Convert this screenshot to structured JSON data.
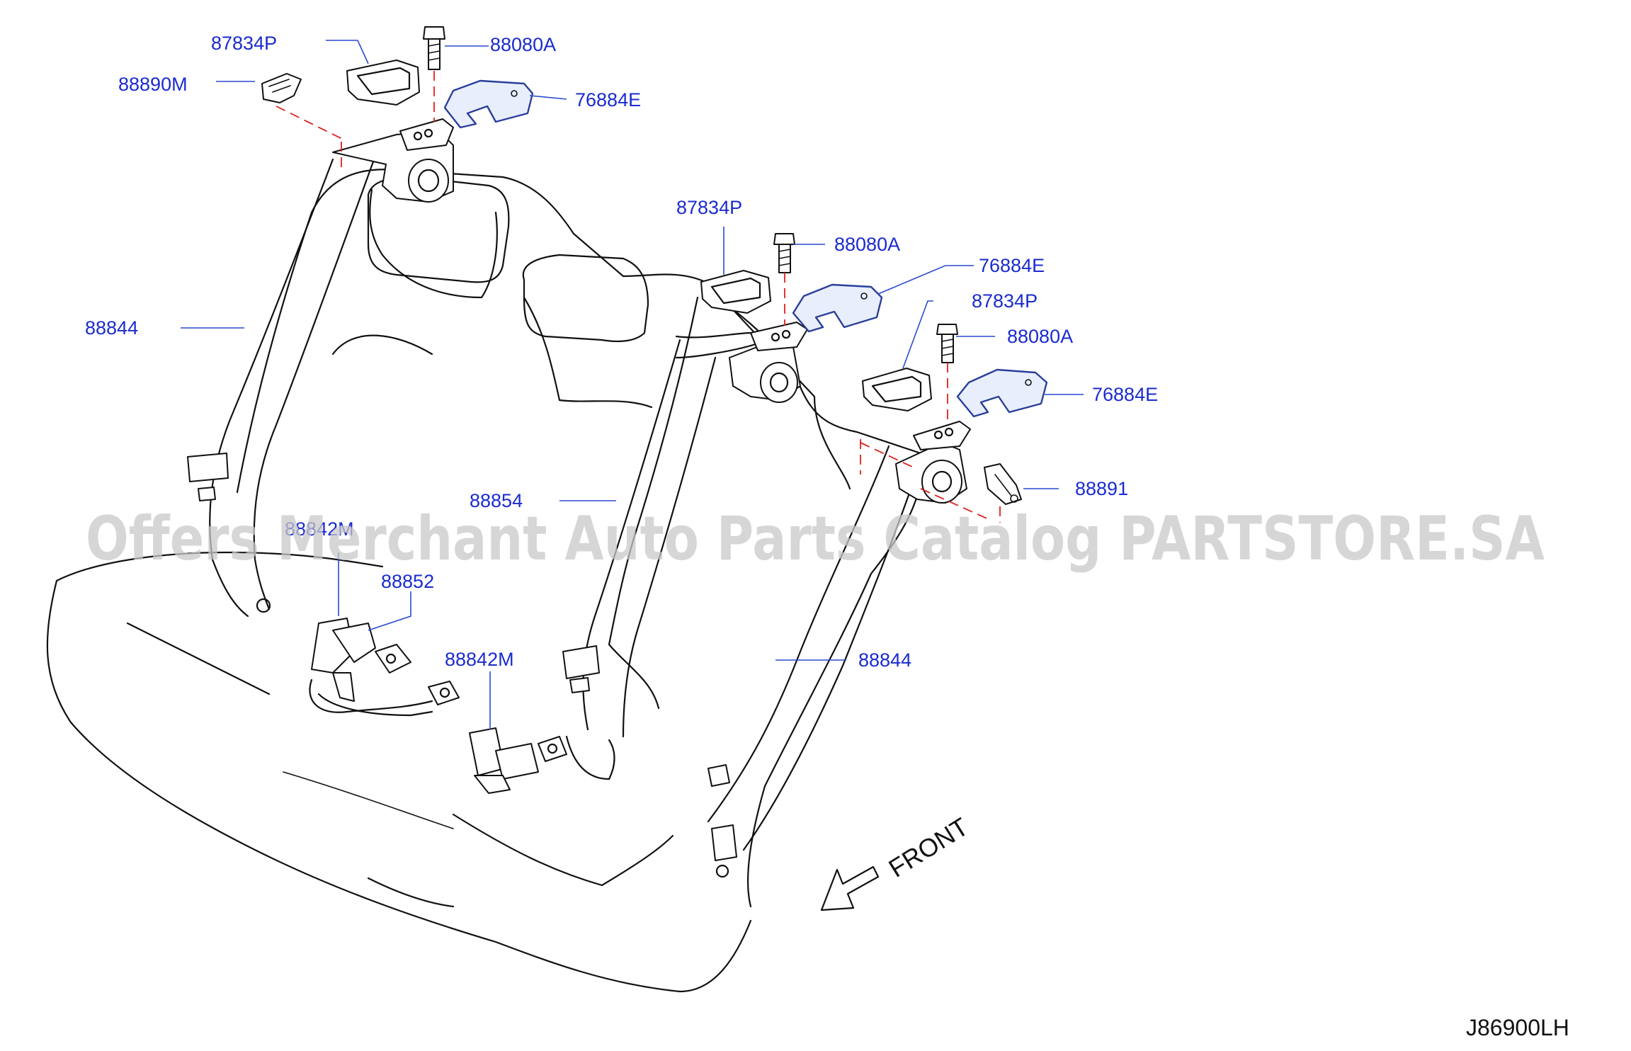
{
  "callouts": {
    "c87834p_top": "87834P",
    "c88890m": "88890M",
    "c88080a_top": "88080A",
    "c76884e_top": "76884E",
    "c87834p_mid": "87834P",
    "c88080a_mid": "88080A",
    "c76884e_mid": "76884E",
    "c87834p_right": "87834P",
    "c88080a_right": "88080A",
    "c76884e_right": "76884E",
    "c88844_left": "88844",
    "c88854": "88854",
    "c88891": "88891",
    "c88842m_left": "88842M",
    "c88852": "88852",
    "c88842m_center": "88842M",
    "c88844_right": "88844"
  },
  "front_label": "FRONT",
  "watermark": "Offers Merchant Auto Parts Catalog PARTSTORE.SA",
  "figure_code": "J86900LH",
  "colors": {
    "callout_text": "#1a2bd0",
    "leader_line": "#2a4ad0",
    "shim_plate": "#2a3f9a",
    "reference_line": "#e0201c"
  }
}
